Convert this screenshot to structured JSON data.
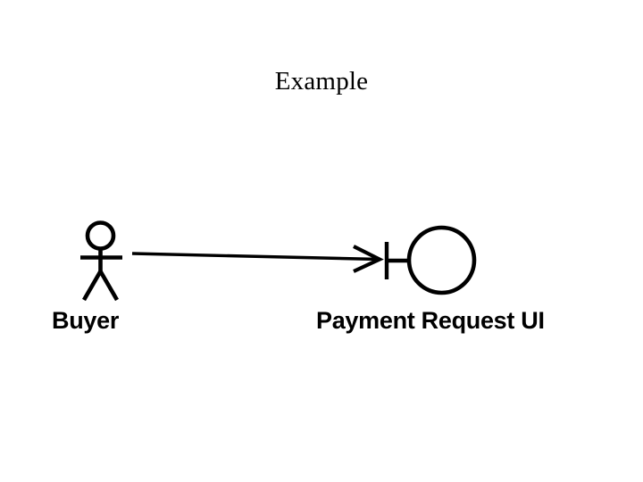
{
  "slide": {
    "title": "Example",
    "background_color": "#ffffff",
    "ink_color": "#000000"
  },
  "diagram": {
    "type": "uml-use-case-collaboration",
    "nodes": [
      {
        "id": "actor-buyer",
        "kind": "actor",
        "icon": "stick-figure-icon",
        "label": "Buyer"
      },
      {
        "id": "boundary-payment-request-ui",
        "kind": "boundary",
        "icon": "boundary-circle-bar-icon",
        "label": "Payment Request UI"
      }
    ],
    "connectors": [
      {
        "id": "association-buyer-to-ui",
        "from": "actor-buyer",
        "to": "boundary-payment-request-ui",
        "style": "solid-line",
        "arrowhead": "open-v",
        "label": ""
      }
    ]
  }
}
